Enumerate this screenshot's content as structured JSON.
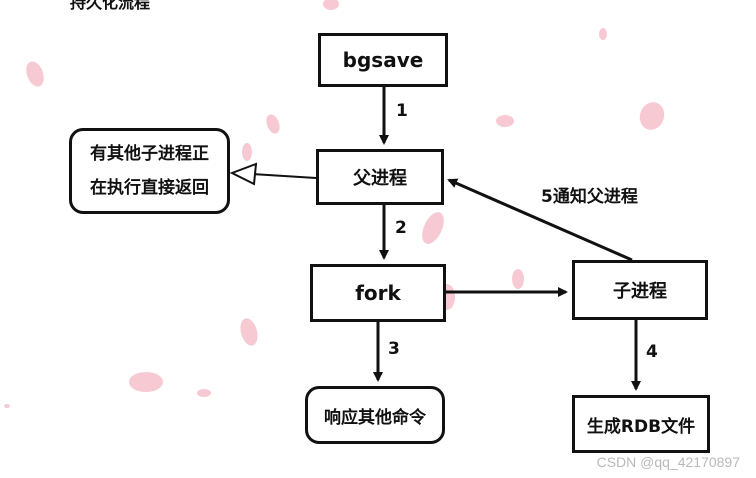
{
  "header_fragment": "持久化流程",
  "nodes": {
    "bgsave": "bgsave",
    "parent": "父进程",
    "fork": "fork",
    "child": "子进程",
    "respond": "响应其他命令",
    "generate_rdb": "生成RDB文件",
    "other_child_line1": "有其他子进程正",
    "other_child_line2": "在执行直接返回"
  },
  "edges": {
    "step1": "1",
    "step2": "2",
    "step3": "3",
    "step4": "4",
    "step5": "5通知父进程"
  },
  "watermark": "CSDN @qq_42170897",
  "colors": {
    "line": "#111111",
    "petal": "#f6c1cc",
    "watermark": "#b9b9b9"
  }
}
